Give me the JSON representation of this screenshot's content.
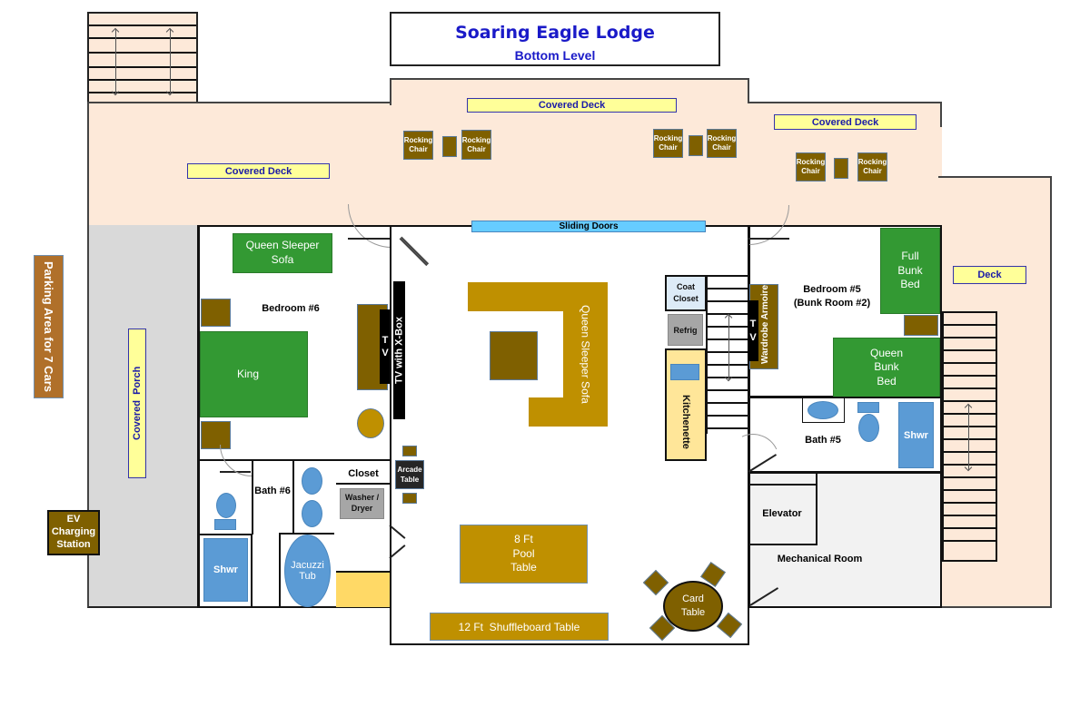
{
  "title": {
    "name": "Soaring Eagle Lodge",
    "subtitle": "Bottom Level"
  },
  "exterior": {
    "covered_deck_left": "Covered Deck",
    "covered_deck_center": "Covered Deck",
    "covered_deck_right": "Covered Deck",
    "deck_right": "Deck",
    "covered_porch": "Covered  Porch",
    "parking": "Parking Area for 7 Cars",
    "ev_charging": "EV Charging Station",
    "rocking_chair": "Rocking Chair"
  },
  "rooms": {
    "bedroom6": {
      "name": "Bedroom #6",
      "sofa": "Queen Sleeper Sofa",
      "bed": "King",
      "tv": "T V"
    },
    "bath6": {
      "name": "Bath #6",
      "shower": "Shwr",
      "tub": "Jacuzzi Tub"
    },
    "closet": "Closet",
    "laundry": "Washer / Dryer",
    "game_room": {
      "sliding_doors": "Sliding Doors",
      "tv_xbox": "TV with X-Box",
      "sofa": "Queen Sleeper Sofa",
      "arcade": "Arcade Table",
      "pool_table": "8 Ft Pool Table",
      "shuffleboard": "12 Ft  Shuffleboard Table",
      "card_table": "Card Table"
    },
    "kitchen": {
      "coat_closet": "Coat Closet",
      "refrig": "Refrig",
      "kitchenette": "Kitchenette"
    },
    "bedroom5": {
      "name": "Bedroom #5",
      "subname": "(Bunk Room #2)",
      "full_bunk": "Full Bunk Bed",
      "queen_bunk": "Queen Bunk Bed",
      "wardrobe": "Wardrobe Armoire",
      "tv": "T V"
    },
    "bath5": {
      "name": "Bath #5",
      "shower": "Shwr"
    },
    "elevator": "Elevator",
    "mechanical": "Mechanical Room"
  },
  "colors": {
    "deck": "#fde9d9",
    "title_blue": "#1a1ac8",
    "bed_green": "#339933",
    "furniture_brown": "#7f6000",
    "furniture_gold": "#bf9000",
    "fixture_blue": "#5b9bd5",
    "label_yellow": "#ffff99",
    "sliding_door_blue": "#66ccff"
  }
}
